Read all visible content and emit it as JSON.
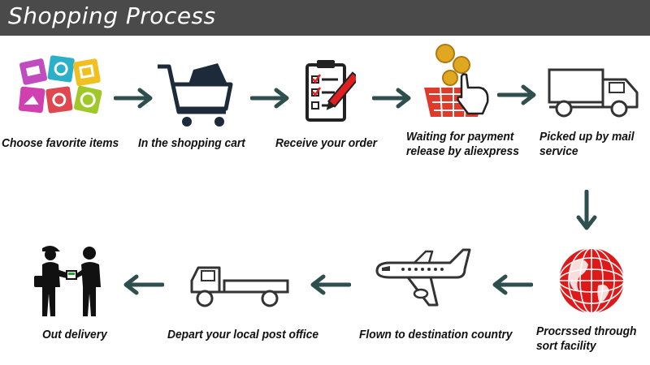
{
  "header": {
    "title": "Shopping Process"
  },
  "colors": {
    "header_bg": "#4a4a4a",
    "arrow": "#2f4f4f",
    "accent_red": "#e02020"
  },
  "steps": [
    {
      "id": "choose",
      "label_lines": [
        "Choose favorite items"
      ],
      "icon": "product-tiles-icon"
    },
    {
      "id": "cart",
      "label_lines": [
        "In the shopping cart"
      ],
      "icon": "shopping-cart-icon"
    },
    {
      "id": "order",
      "label_lines": [
        "Receive your order"
      ],
      "icon": "checklist-clipboard-icon"
    },
    {
      "id": "payment",
      "label_lines": [
        "Waiting for payment",
        "release by aliexpress"
      ],
      "icon": "coin-basket-hand-icon"
    },
    {
      "id": "pickup",
      "label_lines": [
        "Picked up by mail",
        "service"
      ],
      "icon": "delivery-truck-icon"
    },
    {
      "id": "sort",
      "label_lines": [
        "Procrssed through",
        "sort facility"
      ],
      "icon": "globe-icon"
    },
    {
      "id": "flown",
      "label_lines": [
        "Flown to destination country"
      ],
      "icon": "airplane-icon"
    },
    {
      "id": "depart",
      "label_lines": [
        "Depart your local post office"
      ],
      "icon": "flatbed-truck-icon"
    },
    {
      "id": "out",
      "label_lines": [
        "Out delivery"
      ],
      "icon": "handover-people-icon"
    }
  ]
}
